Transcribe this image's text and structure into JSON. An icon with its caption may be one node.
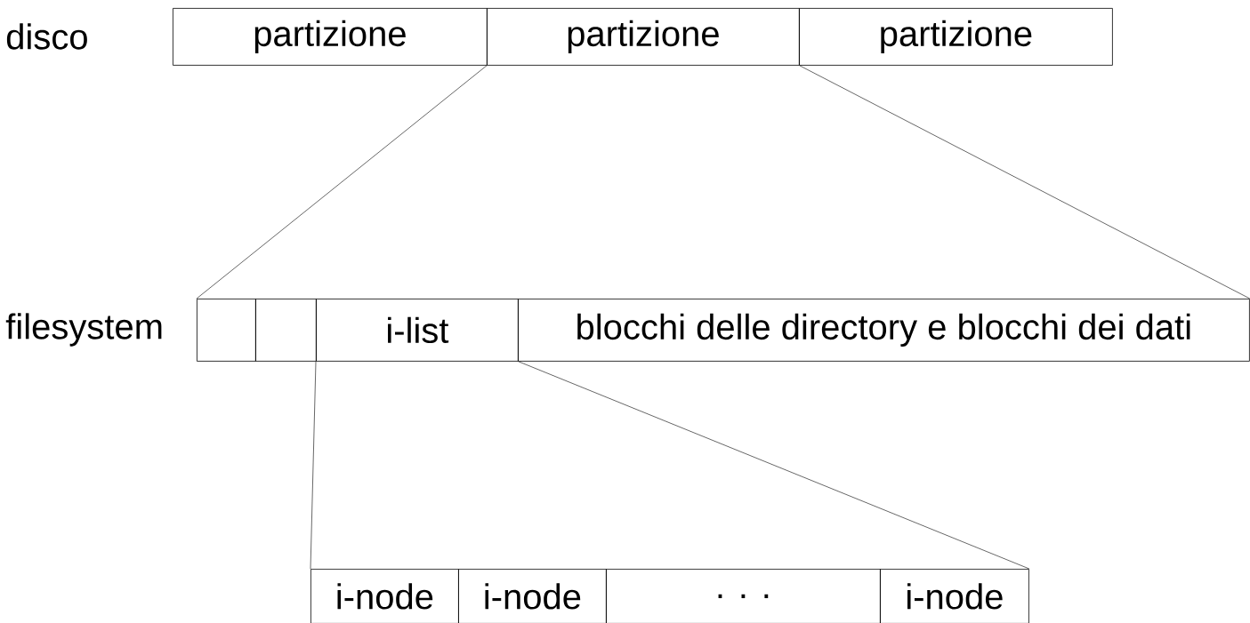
{
  "diagram": {
    "nodes": [
      {
        "text": [
          "partizione"
        ]
      },
      {
        "text": [
          "partizione"
        ]
      },
      {
        "text": [
          "partizione"
        ]
      },
      {
        "text": [],
        "shape": "box"
      },
      {
        "text": [],
        "shape": "box"
      },
      {
        "text": [
          "i-list"
        ]
      },
      {
        "text": [
          "blocchi delle directory e blocchi dei dati"
        ]
      },
      {
        "text": [
          "i-node"
        ]
      },
      {
        "text": [
          "i-node"
        ]
      },
      {
        "text": [
          ". . ."
        ]
      },
      {
        "text": [
          "i-node"
        ]
      }
    ],
    "edges": [
      {
        "from": 1,
        "to": 3,
        "arrow": "none"
      },
      {
        "from": 1,
        "to": 6,
        "arrow": "none"
      },
      {
        "from": 5,
        "to": 7,
        "arrow": "none"
      },
      {
        "from": 5,
        "to": 10,
        "arrow": "none"
      }
    ],
    "labels": [
      "disco",
      "filesystem"
    ]
  }
}
